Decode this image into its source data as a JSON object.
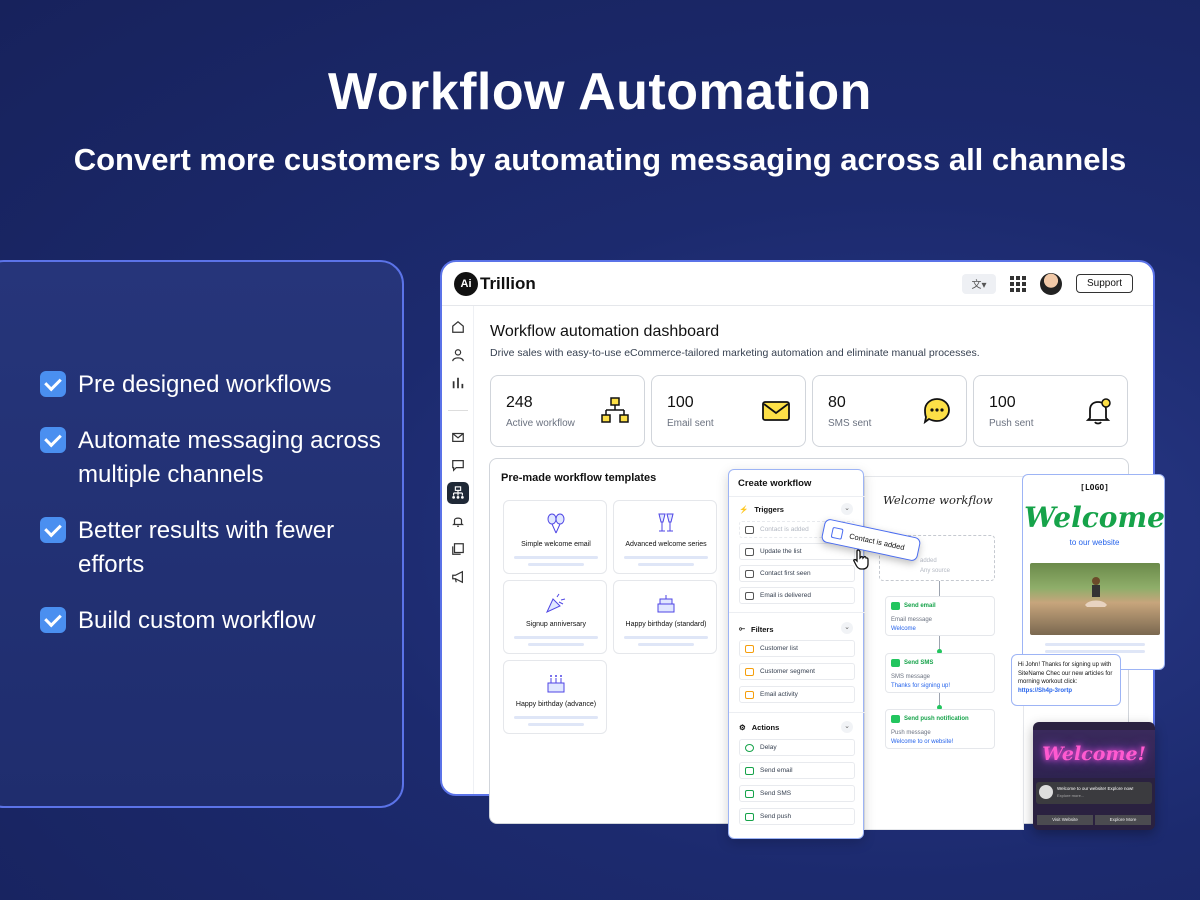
{
  "hero": {
    "title": "Workflow Automation",
    "subtitle": "Convert more customers by automating messaging across all channels"
  },
  "features": [
    "Pre designed workflows",
    "Automate messaging across multiple channels",
    "Better results with fewer efforts",
    "Build custom workflow"
  ],
  "app": {
    "brand_mark": "Ai",
    "brand_name": "Trillion",
    "support_label": "Support",
    "dashboard_title": "Workflow automation dashboard",
    "dashboard_subtitle": "Drive sales with easy-to-use eCommerce-tailored marketing automation and eliminate manual processes.",
    "stats": [
      {
        "value": "248",
        "label": "Active workflow",
        "icon": "workflow-icon"
      },
      {
        "value": "100",
        "label": "Email sent",
        "icon": "envelope-icon"
      },
      {
        "value": "80",
        "label": "SMS sent",
        "icon": "chat-bubble-icon"
      },
      {
        "value": "100",
        "label": "Push sent",
        "icon": "bell-icon"
      }
    ]
  },
  "templates": {
    "title": "Pre-made workflow templates",
    "items": [
      "Simple welcome email",
      "Advanced welcome series",
      "Signup anniversary",
      "Happy birthday (standard)",
      "Happy birthday (advance)"
    ]
  },
  "create_workflow": {
    "title": "Create workflow",
    "triggers_label": "Triggers",
    "triggers": [
      "Contact is added",
      "Update the list",
      "Contact first seen",
      "Email is delivered"
    ],
    "filters_label": "Filters",
    "filters": [
      "Customer list",
      "Customer segment",
      "Email activity"
    ],
    "actions_label": "Actions",
    "actions": [
      "Delay",
      "Send email",
      "Send SMS",
      "Send push"
    ]
  },
  "flow": {
    "title": "Welcome workflow",
    "dragged_tag": "Contact is added",
    "ghost_text_1": "added",
    "ghost_text_2": "Any source",
    "nodes": [
      {
        "title": "Send email",
        "label": "Email message",
        "value": "Welcome"
      },
      {
        "title": "Send SMS",
        "label": "SMS message",
        "value": "Thanks for signing up!"
      },
      {
        "title": "Send push notification",
        "label": "Push message",
        "value": "Welcome to or website!"
      }
    ]
  },
  "email_preview": {
    "logo": "[LOGO]",
    "headline": "Welcome",
    "subline": "to our website"
  },
  "sms_preview": {
    "text": "Hi John! Thanks for signing up with SiteName Chec our new articles for morning workout click:",
    "link": "https://Sh4p-3rortp"
  },
  "push_preview": {
    "neon": "Welcome!",
    "title": "Welcome to our website! Explore now!",
    "sub": "Explore more...",
    "btn_visit": "Visit Website",
    "btn_explore": "Explore More"
  },
  "colors": {
    "background": "#1c2a6e",
    "accent": "#5b73e8",
    "check": "#4a8ff0",
    "success": "#16a34a",
    "link": "#2563eb"
  }
}
